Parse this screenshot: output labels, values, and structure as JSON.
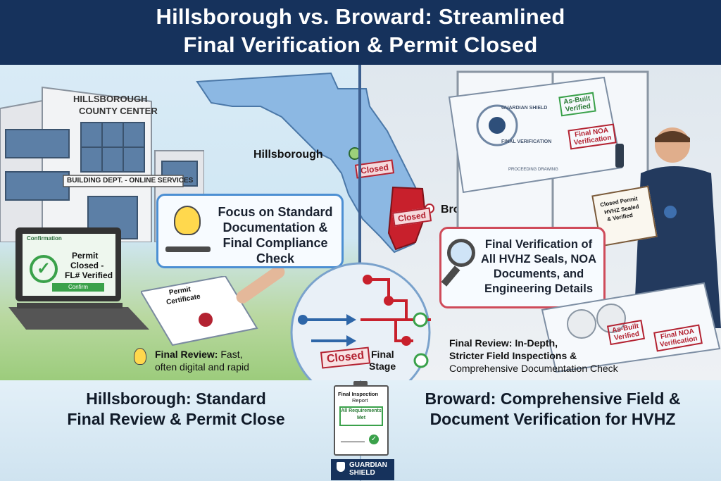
{
  "title": {
    "line1": "Hillsborough vs. Broward: Streamlined",
    "line2": "Final Verification & Permit Closed"
  },
  "left": {
    "building_sign_1": "HILLSBOROUGH",
    "building_sign_2": "COUNTY CENTER",
    "building_banner": "BUILDING DEPT. - ONLINE SERVICES",
    "laptop_header": "Confirmation",
    "laptop_title_1": "Permit",
    "laptop_title_2": "Closed -",
    "laptop_title_3": "FL# Verified",
    "laptop_button": "Confirm",
    "certificate_title_1": "Permit",
    "certificate_title_2": "Certificate",
    "callout_text": "Focus on Standard Documentation & Final Compliance Check",
    "review_label_bold": "Final Review:",
    "review_label_rest": " Fast,",
    "review_line2": "often digital and rapid",
    "caption_line1": "Hillsborough: Standard",
    "caption_line2": "Final Review & Permit Close"
  },
  "map": {
    "hillsborough_label": "Hillsborough",
    "broward_label": "Broward",
    "closed_stamp": "Closed",
    "closed_stamp_2": "Closed"
  },
  "center": {
    "closed_stamp": "Closed",
    "final_stage_1": "Final",
    "final_stage_2": "Stage",
    "report_title_1": "Final Inspection",
    "report_title_2": "Report",
    "report_stamp_1": "All Requirements",
    "report_stamp_2": "Met",
    "logo_1": "GUARDIAN",
    "logo_2": "SHIELD"
  },
  "right": {
    "blueprint_seal_1": "GUARDIAN SHIELD",
    "blueprint_seal_2": "FINAL VERIFICATION",
    "blueprint_stamp_1": "As-Built",
    "blueprint_stamp_2": "Verified",
    "blueprint_stamp_3": "Final NOA",
    "blueprint_stamp_4": "Verification",
    "blueprint_caption": "PROCEEDING DRAWING",
    "clipboard_1": "Closed Permit",
    "clipboard_2": "HVHZ Sealed",
    "clipboard_3": "& Verified",
    "callout_text": "Final Verification of All HVHZ Seals, NOA Documents, and Engineering Details",
    "review_line1": "Final Review: In-Depth,",
    "review_line2": "Stricter Field Inspections &",
    "review_line3": "Comprehensive Documentation Check",
    "stamp_asbuilt_1": "As-Built",
    "stamp_asbuilt_2": "Verified",
    "stamp_noa_1": "Final NOA",
    "stamp_noa_2": "Verification",
    "caption_line1": "Broward: Comprehensive Field &",
    "caption_line2": "Document Verification for HVHZ"
  },
  "colors": {
    "navy": "#16325c",
    "blue_accent": "#4c8fd3",
    "red_accent": "#cf4b5a",
    "broward_red": "#c8202c",
    "green_check": "#3aa14a",
    "map_blue": "#7fb0e0"
  }
}
